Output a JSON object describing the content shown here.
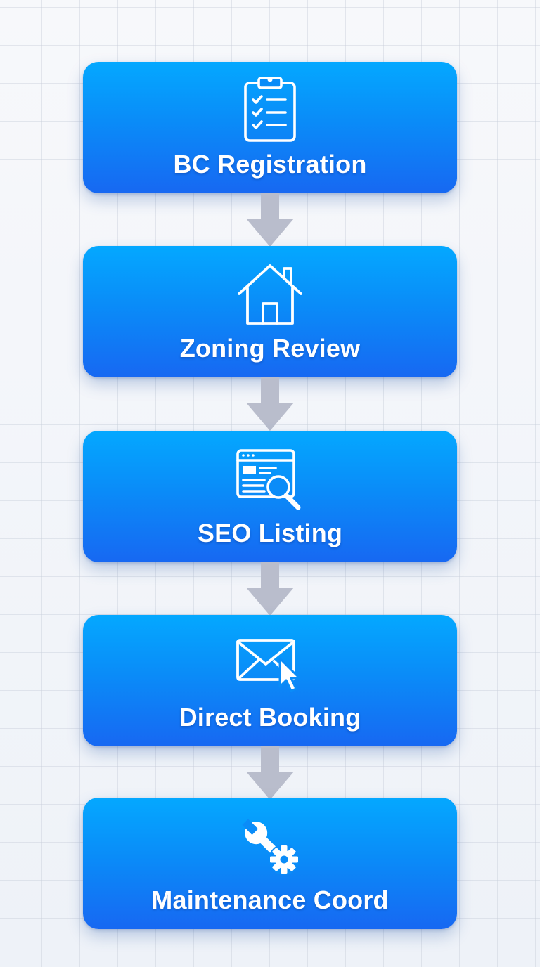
{
  "colors": {
    "box_top": "#04a8ff",
    "box_bottom": "#1768f2",
    "arrow": "#b8bccb",
    "background": "#f3f5f9"
  },
  "steps": [
    {
      "label": "BC Registration",
      "icon": "clipboard-checklist-icon"
    },
    {
      "label": "Zoning Review",
      "icon": "house-icon"
    },
    {
      "label": "SEO Listing",
      "icon": "browser-search-icon"
    },
    {
      "label": "Direct Booking",
      "icon": "envelope-cursor-icon"
    },
    {
      "label": "Maintenance Coord",
      "icon": "wrench-gear-icon"
    }
  ]
}
